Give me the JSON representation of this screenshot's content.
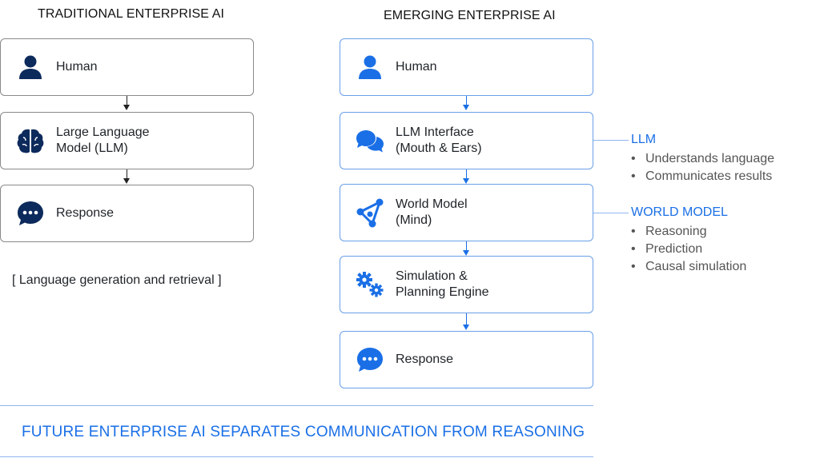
{
  "left": {
    "title": "TRADITIONAL ENTERPRISE AI",
    "boxes": [
      {
        "label": "Human",
        "icon": "person-icon"
      },
      {
        "label": "Large Language\nModel (LLM)",
        "icon": "brain-icon"
      },
      {
        "label": "Response",
        "icon": "chat-bubble-icon"
      }
    ],
    "caption": "[ Language generation and retrieval ]"
  },
  "right": {
    "title": "EMERGING ENTERPRISE AI",
    "boxes": [
      {
        "label": "Human",
        "icon": "person-icon"
      },
      {
        "label": "LLM Interface\n(Mouth & Ears)",
        "icon": "chat-bubbles-icon"
      },
      {
        "label": "World Model\n(Mind)",
        "icon": "network-icon"
      },
      {
        "label": "Simulation &\nPlanning Engine",
        "icon": "gears-icon"
      },
      {
        "label": "Response",
        "icon": "chat-bubble-icon"
      }
    ]
  },
  "annotations": {
    "llm": {
      "title": "LLM",
      "items": [
        "Understands language",
        "Communicates results"
      ]
    },
    "world_model": {
      "title": "WORLD MODEL",
      "items": [
        "Reasoning",
        "Prediction",
        "Causal simulation"
      ]
    }
  },
  "footer": {
    "text": "FUTURE ENTERPRISE AI SEPARATES COMMUNICATION FROM REASONING"
  },
  "colors": {
    "navy": "#0d2a5c",
    "blue": "#1a6fe6",
    "blue_light": "#6aa0e8",
    "gray_border": "#8a8a8a"
  }
}
